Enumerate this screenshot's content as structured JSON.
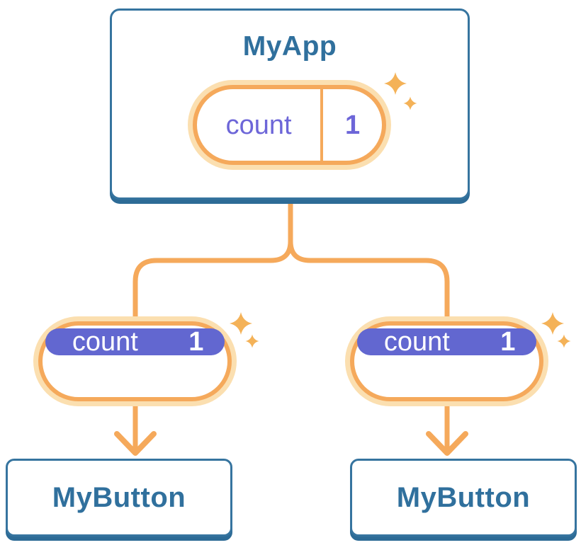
{
  "tree": {
    "root": {
      "label": "MyApp",
      "state": {
        "name": "count",
        "value": "1"
      }
    },
    "children": [
      {
        "label": "MyButton",
        "state": {
          "name": "count",
          "value": "1"
        }
      },
      {
        "label": "MyButton",
        "state": {
          "name": "count",
          "value": "1"
        }
      }
    ]
  },
  "icons": {
    "sparkle": "four-point-star",
    "arrow": "chevron-down-arrow"
  },
  "colors": {
    "card-border": "#36749F",
    "card-shadow": "#2D6B96",
    "title-blue": "#30709D",
    "orange": "#F5A95B",
    "orange-glow": "#FBDFB0",
    "sparkle": "#F4B258",
    "purple": "#6267D0",
    "purple-text": "#6D66D8",
    "pill-text-on-purple": "#FFFFFF",
    "background": "#FFFFFF"
  }
}
